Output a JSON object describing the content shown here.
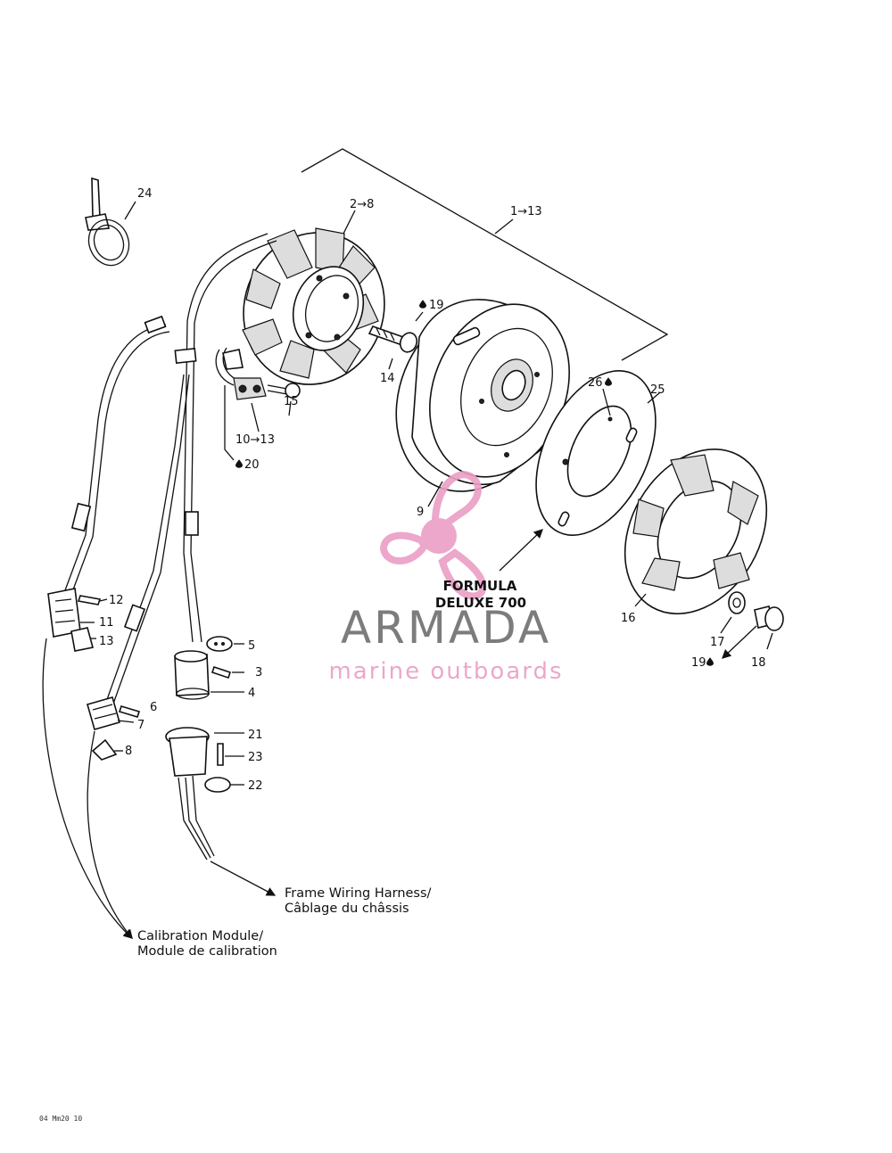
{
  "assembly_group": "1→13",
  "stator_group": "2→8",
  "connector_group": "10→13",
  "callouts": {
    "c3": "3",
    "c4": "4",
    "c5": "5",
    "c6": "6",
    "c7": "7",
    "c8": "8",
    "c9": "9",
    "c11": "11",
    "c12": "12",
    "c13": "13",
    "c14": "14",
    "c15": "15",
    "c16": "16",
    "c17": "17",
    "c18": "18",
    "c19": "19",
    "c19b": "19",
    "c20": "20",
    "c21": "21",
    "c22": "22",
    "c23": "23",
    "c24": "24",
    "c25": "25",
    "c26": "26"
  },
  "notes": {
    "frame_line1": "Frame Wiring Harness/",
    "frame_line2": "Câblage du châssis",
    "calib_line1": "Calibration Module/",
    "calib_line2": "Module de calibration"
  },
  "model": {
    "line1": "FORMULA",
    "line2": "DELUXE 700"
  },
  "watermark": {
    "brand": "ARMADA",
    "tagline": "marine outboards",
    "color": "#ea9ec5"
  },
  "drawing_code": "04 Mm20 10",
  "icons": {
    "adhesive": "drop-icon",
    "arrow": "arrow-right-icon"
  }
}
